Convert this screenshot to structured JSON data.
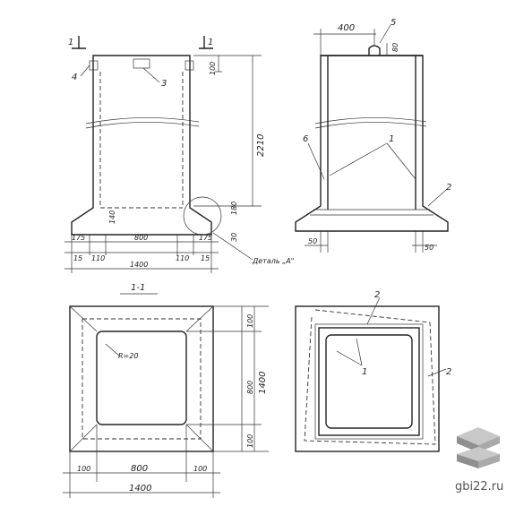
{
  "views": {
    "front": {
      "section_mark": "1",
      "dims": {
        "top": "100",
        "height": "2210",
        "d140": "140",
        "d180": "180",
        "d30": "30",
        "b175l": "175",
        "b175r": "175",
        "b800": "800",
        "b15l": "15",
        "b110l": "110",
        "b110r": "110",
        "b15r": "15",
        "total": "1400"
      },
      "detail_label": "Деталь „А\""
    },
    "side": {
      "dims": {
        "top": "400",
        "d80": "80",
        "b50l": "50",
        "b50r": "50"
      }
    },
    "section": {
      "title": "1-1",
      "radius": "R=20",
      "dims": {
        "r100a": "100",
        "r800": "800",
        "r100b": "100",
        "total": "1400",
        "b100l": "100",
        "b800": "800",
        "b100r": "100",
        "btotal": "1400"
      }
    },
    "plan": {}
  },
  "callouts": {
    "c1": "1",
    "c2": "2",
    "c3": "3",
    "c4": "4",
    "c5": "5",
    "c6": "6"
  },
  "watermark": {
    "site": "gbi22.ru"
  }
}
